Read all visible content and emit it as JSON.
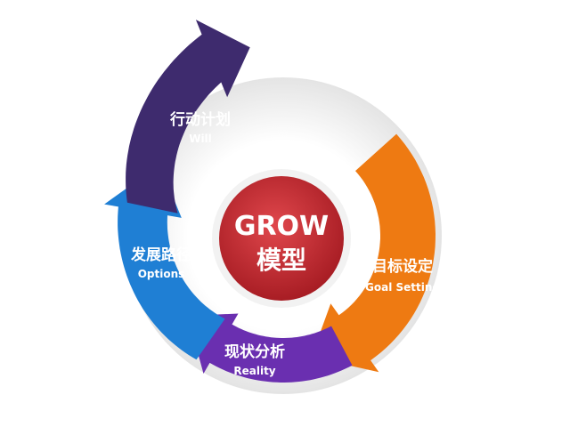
{
  "center": {
    "title": "GROW",
    "subtitle": "模型",
    "color": "#c0282e"
  },
  "stages": [
    {
      "zh": "目标设定",
      "en": "Goal Setting",
      "color": "#ee7a12"
    },
    {
      "zh": "现状分析",
      "en": "Reality",
      "color": "#6a2fb0"
    },
    {
      "zh": "发展路径",
      "en": "Options",
      "color": "#1f7fd4"
    },
    {
      "zh": "行动计划",
      "en": "Will",
      "color": "#3e2b6e"
    }
  ],
  "ring_color": "#efefef"
}
